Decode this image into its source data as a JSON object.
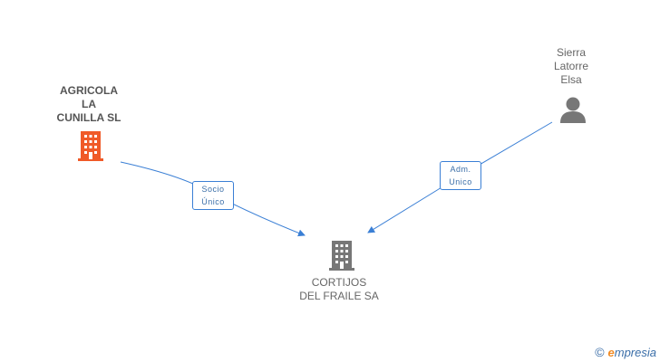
{
  "nodes": {
    "agricola": {
      "lines": [
        "AGRICOLA",
        "LA",
        "CUNILLA SL"
      ],
      "color": "#f05a28"
    },
    "sierra": {
      "lines": [
        "Sierra",
        "Latorre",
        "Elsa"
      ],
      "color": "#777777"
    },
    "cortijos": {
      "lines": [
        "CORTIJOS",
        "DEL FRAILE SA"
      ],
      "color": "#777777"
    }
  },
  "edges": {
    "socio": {
      "lines": [
        "Socio",
        "Único"
      ]
    },
    "adm": {
      "lines": [
        "Adm.",
        "Unico"
      ]
    }
  },
  "edge_color": "#3a7fd5",
  "brand": {
    "copyright": "©",
    "e": "e",
    "word": "mpresia"
  }
}
